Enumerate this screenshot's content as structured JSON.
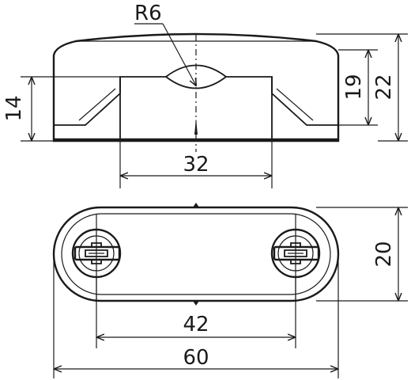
{
  "labels": {
    "radius": "R6",
    "base_width": "32",
    "height_19": "19",
    "height_22": "22",
    "height_14": "14",
    "screw_spacing": "42",
    "overall_length": "60",
    "overall_width": "20"
  }
}
